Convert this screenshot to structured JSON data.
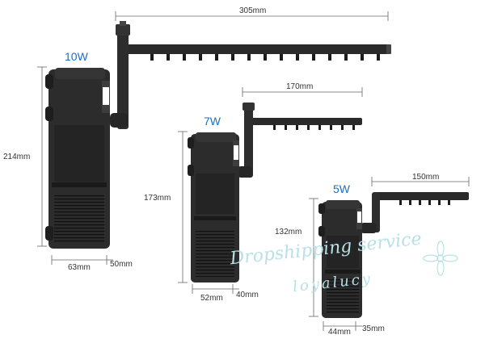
{
  "products": [
    {
      "id": "10w",
      "power": "10W",
      "length": "305mm",
      "height": "214mm",
      "depth": "63mm",
      "width": "50mm"
    },
    {
      "id": "7w",
      "power": "7W",
      "length": "170mm",
      "height": "173mm",
      "depth": "52mm",
      "width": "40mm"
    },
    {
      "id": "5w",
      "power": "5W",
      "length": "150mm",
      "height": "132mm",
      "depth": "44mm",
      "width": "35mm"
    }
  ],
  "watermark": {
    "line1": "Dropshipping service",
    "line2": "loyalucy"
  },
  "colors": {
    "pump": "#2a2a2a",
    "pump_dark": "#161616",
    "accent": "#1f6fc0",
    "watermark": "#b8e0e8"
  }
}
